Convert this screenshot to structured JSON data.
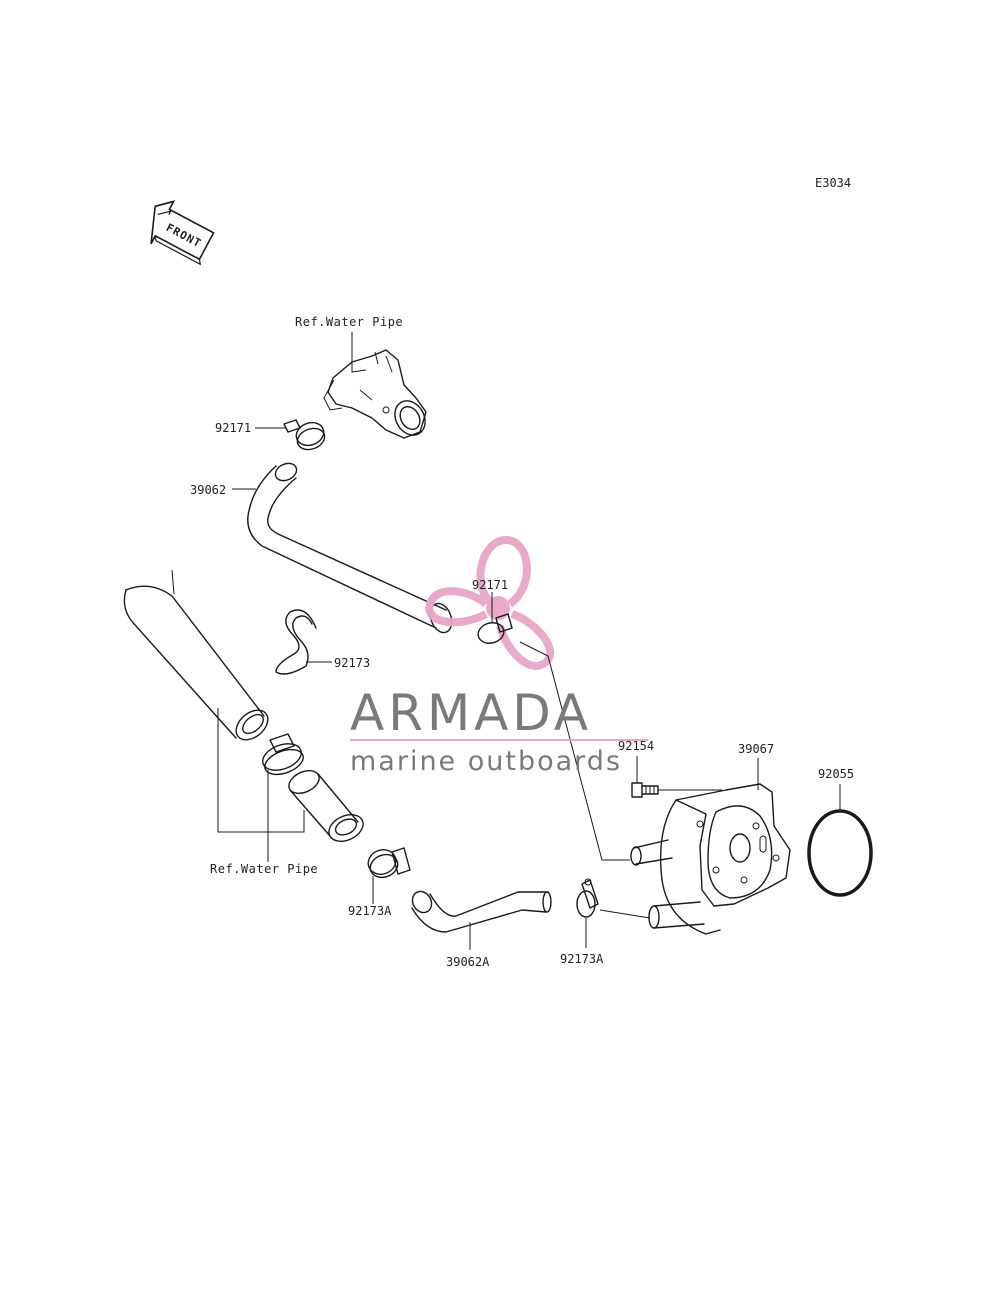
{
  "diagram": {
    "code": "E3034",
    "front_label": "FRONT",
    "labels": {
      "ref_water_pipe_top": "Ref.Water Pipe",
      "ref_water_pipe_bottom": "Ref.Water Pipe",
      "clamp_92171_upper": "92171",
      "hose_39062": "39062",
      "clamp_92171_mid": "92171",
      "clip_92173": "92173",
      "bolt_92154": "92154",
      "cooler_39067": "39067",
      "oring_92055": "92055",
      "clamp_92173A_left": "92173A",
      "hose_39062A": "39062A",
      "clamp_92173A_right": "92173A"
    }
  },
  "watermark": {
    "brand": "ARMADA",
    "tagline": "marine outboards",
    "brand_color": "#7a7a7a",
    "accent_color": "#e8a6c8"
  }
}
